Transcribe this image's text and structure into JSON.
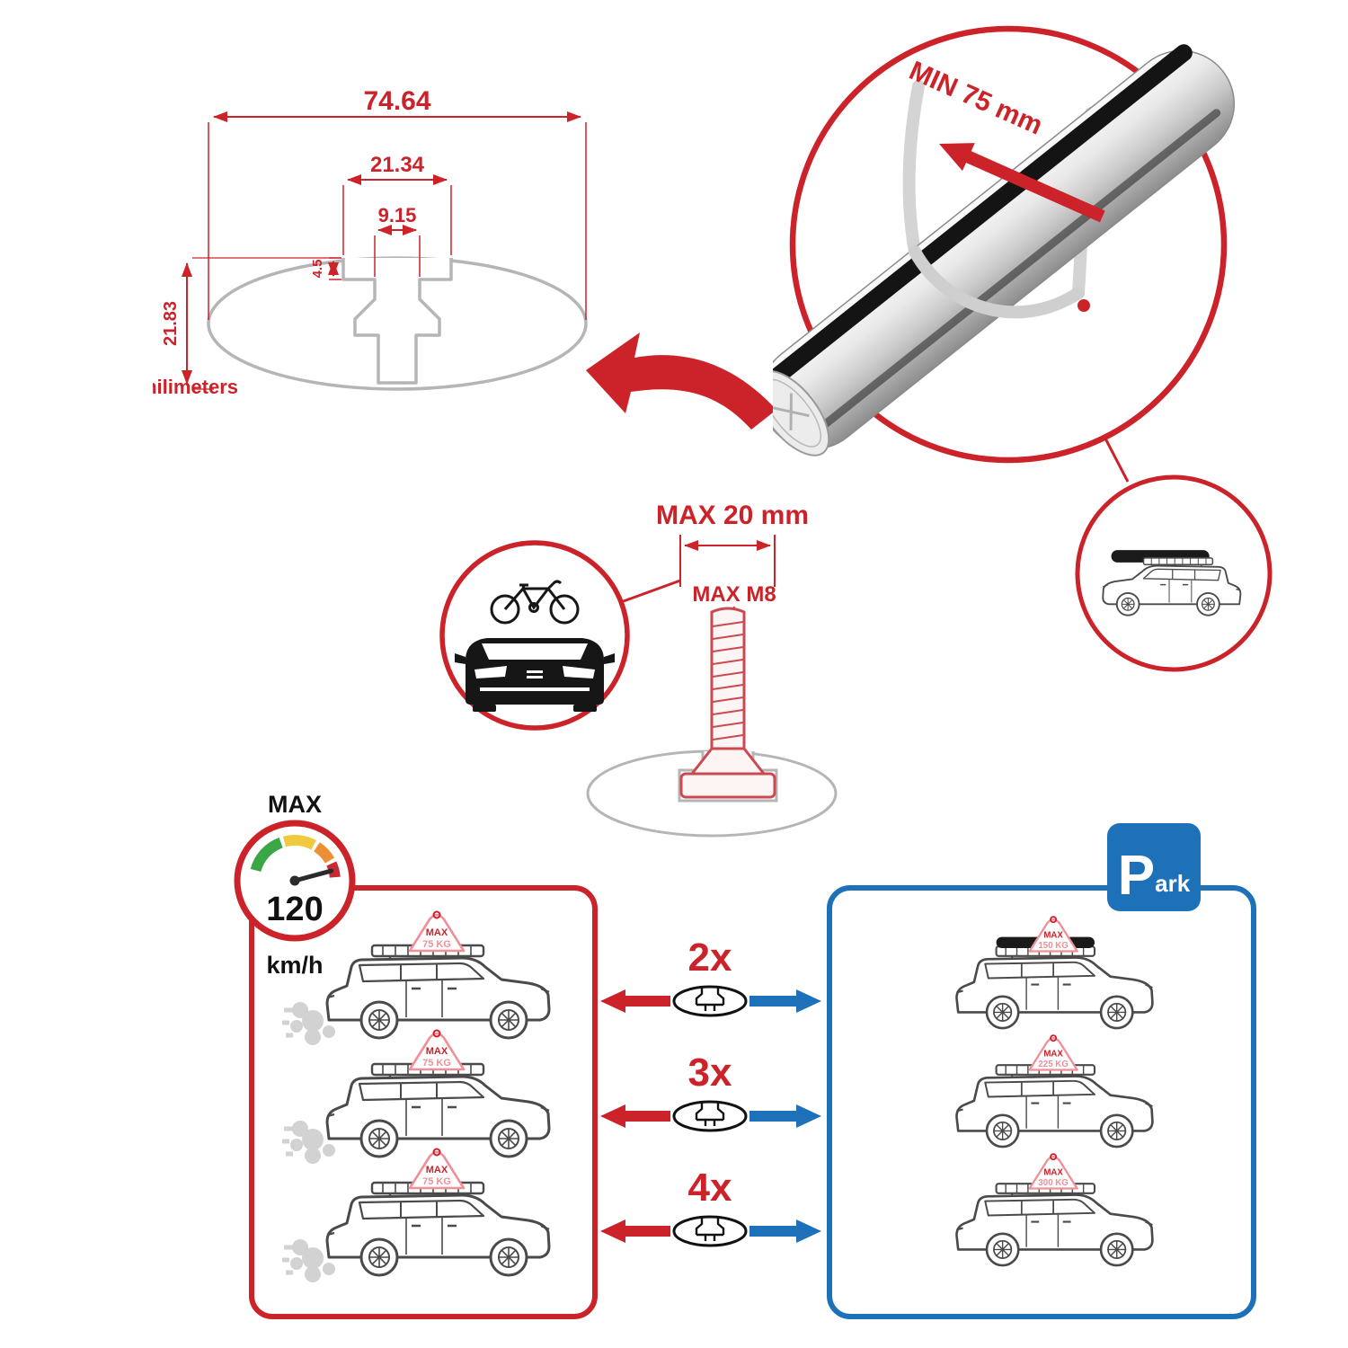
{
  "colors": {
    "red": "#cc2229",
    "blue": "#1d71b8",
    "gray": "#b5b5b5",
    "pink": "#ef8f98",
    "dark": "#1a1a1a"
  },
  "dimension_diagram": {
    "total_width": "74.64",
    "slot_outer_width": "21.34",
    "slot_inner_width": "9.15",
    "lip_depth": "4.5",
    "total_height": "21.83",
    "units_label": "milimeters"
  },
  "bar_detail": {
    "min_span_label": "MIN 75 mm"
  },
  "bolt_detail": {
    "max_length_label": "MAX 20 mm",
    "max_thread_label": "MAX M8"
  },
  "speed_gauge": {
    "max_label": "MAX",
    "value": "120",
    "units": "km/h"
  },
  "parking_sign": {
    "p": "P",
    "ark": "ark"
  },
  "driving_panel": {
    "cars": [
      {
        "load_label": "MAX",
        "load_value": "75 KG"
      },
      {
        "load_label": "MAX",
        "load_value": "75 KG"
      },
      {
        "load_label": "MAX",
        "load_value": "75 KG"
      }
    ]
  },
  "parked_panel": {
    "cars": [
      {
        "load_label": "MAX",
        "load_value": "150 KG"
      },
      {
        "load_label": "MAX",
        "load_value": "225 KG"
      },
      {
        "load_label": "MAX",
        "load_value": "300 KG"
      }
    ]
  },
  "quantity_rows": [
    {
      "label": "2x"
    },
    {
      "label": "3x"
    },
    {
      "label": "4x"
    }
  ]
}
